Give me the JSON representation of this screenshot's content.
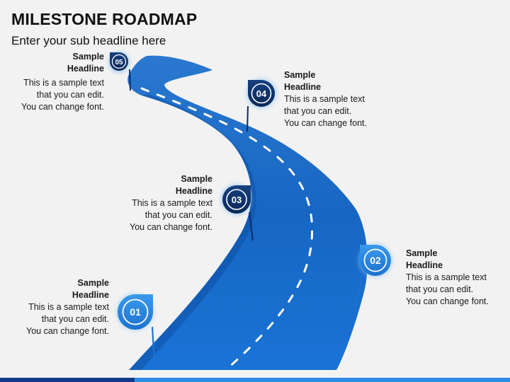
{
  "title": "MILESTONE ROADMAP",
  "subtitle": "Enter your sub headline here",
  "colors": {
    "road_dark": "#0d4fa8",
    "road_light": "#2c8de6",
    "pin_dark": "#0b2d66",
    "pin_light": "#2f8be3"
  },
  "milestones": [
    {
      "number": "01",
      "headline": [
        "Sample",
        "Headline"
      ],
      "body": [
        "This is a sample text",
        "that you can edit.",
        "You can change font."
      ]
    },
    {
      "number": "02",
      "headline": [
        "Sample",
        "Headline"
      ],
      "body": [
        "This is a sample text",
        "that you can edit.",
        "You can change font."
      ]
    },
    {
      "number": "03",
      "headline": [
        "Sample",
        "Headline"
      ],
      "body": [
        "This is a sample text",
        "that you can edit.",
        "You can change font."
      ]
    },
    {
      "number": "04",
      "headline": [
        "Sample",
        "Headline"
      ],
      "body": [
        "This is a sample text",
        "that you can edit.",
        "You can change font."
      ]
    },
    {
      "number": "05",
      "headline": [
        "Sample",
        "Headline"
      ],
      "body": [
        "This is a sample text",
        "that you can edit.",
        "You can change font."
      ]
    }
  ]
}
